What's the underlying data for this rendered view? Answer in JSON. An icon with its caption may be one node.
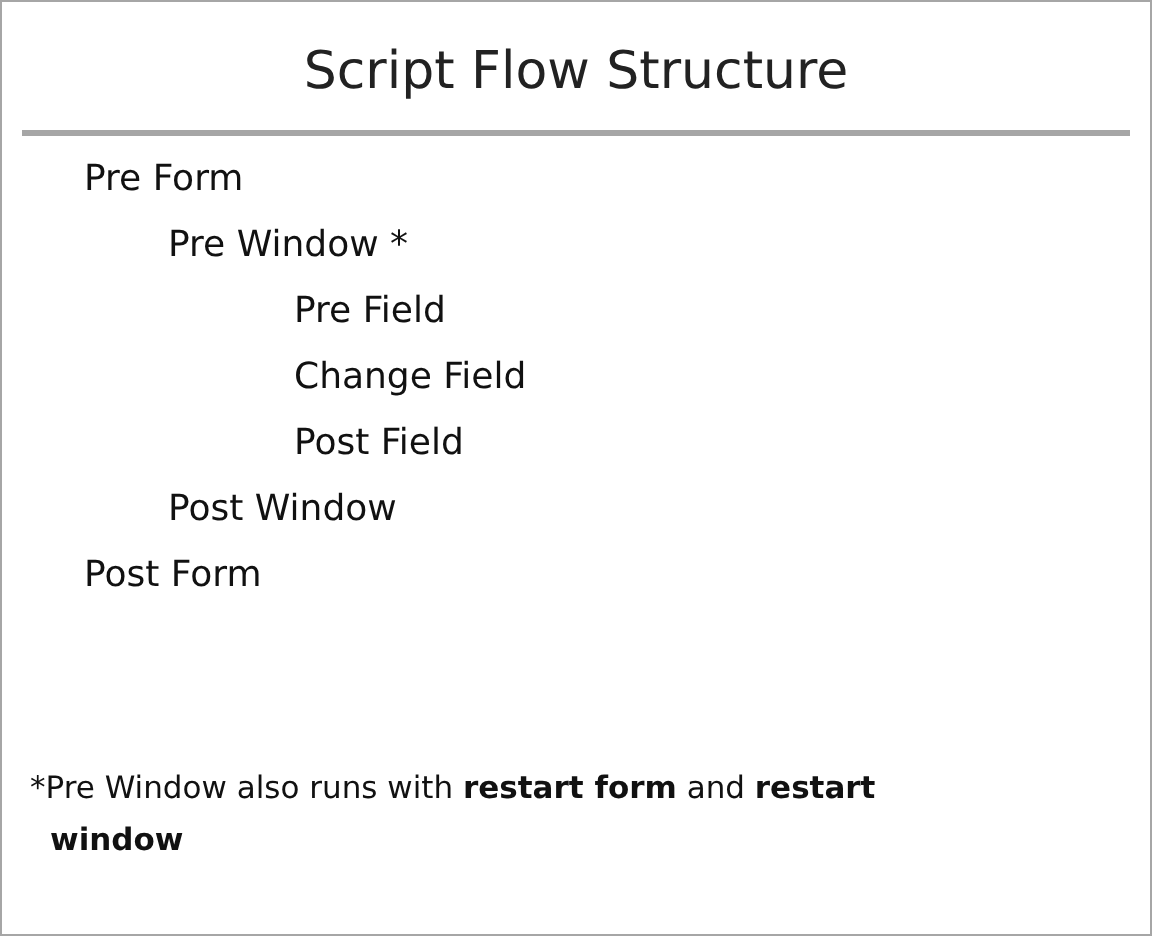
{
  "diagram": {
    "title": "Script Flow Structure",
    "labels": [
      "Pre Form",
      "Pre Window *",
      "Pre Field",
      "Change Field",
      "Post Field",
      "Post Window",
      "Post Form",
      "*Pre Window also runs with **restart form** and **restart window**"
    ]
  }
}
